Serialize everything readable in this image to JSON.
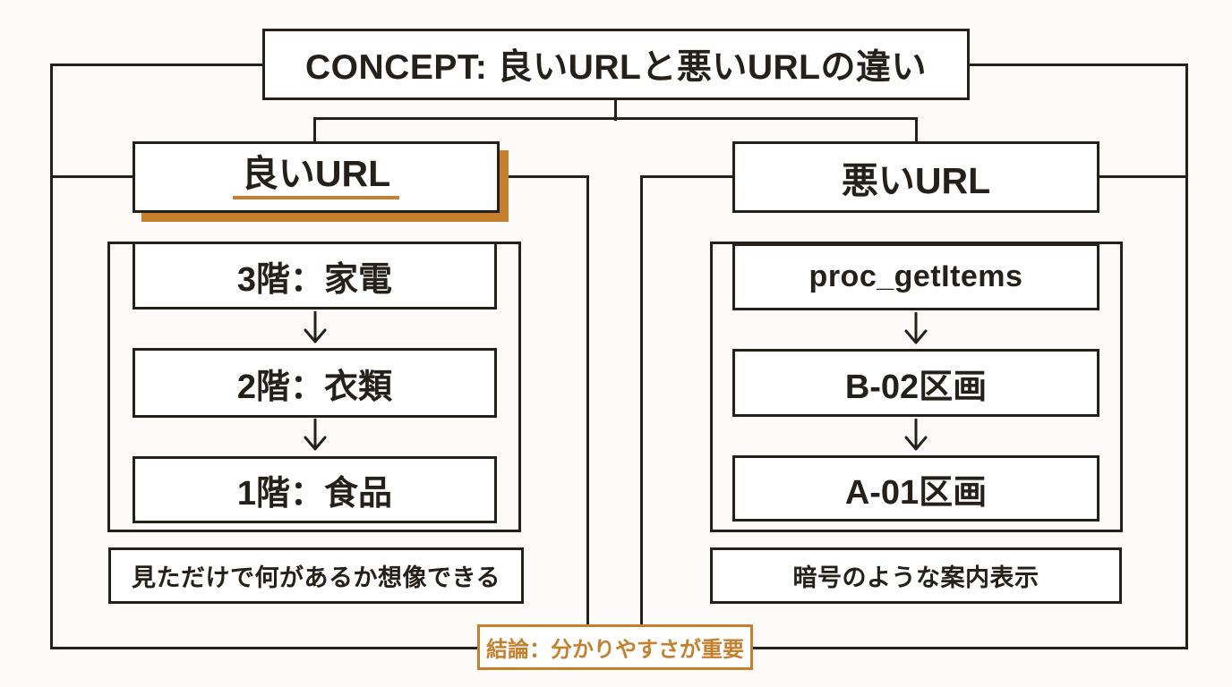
{
  "palette": {
    "ink": "#26201b",
    "accent": "#c5802f",
    "paper": "#fcfbf9",
    "box": "#ffffff"
  },
  "title": "CONCEPT: 良いURLと悪いURLの違い",
  "good_column": {
    "header": "良いURL",
    "steps": [
      "3階：家電",
      "2階：衣類",
      "1階：食品"
    ],
    "caption": "見ただけで何があるか想像できる"
  },
  "bad_column": {
    "header": "悪いURL",
    "steps": [
      "proc_getItems",
      "B-02区画",
      "A-01区画"
    ],
    "caption": "暗号のような案内表示"
  },
  "conclusion": "結論：分かりやすさが重要"
}
